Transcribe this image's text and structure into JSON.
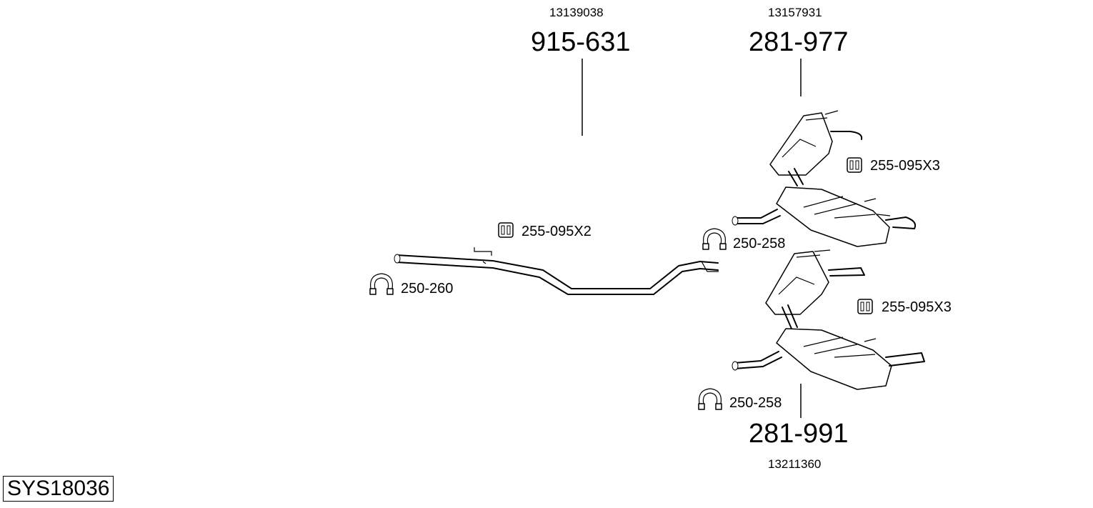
{
  "system_code": "SYS18036",
  "parts": {
    "front_pipe": {
      "part_no": "915-631",
      "oe_no": "13139038"
    },
    "rear_muffler_top": {
      "part_no": "281-977",
      "oe_no": "13157931"
    },
    "rear_muffler_bottom": {
      "part_no": "281-991",
      "oe_no": "13211360"
    }
  },
  "accessories": {
    "hanger_pipe": "255-095X2",
    "hanger_top": "255-095X3",
    "hanger_bottom": "255-095X3",
    "clamp_front": "250-260",
    "clamp_mid": "250-258",
    "clamp_bottom": "250-258"
  }
}
